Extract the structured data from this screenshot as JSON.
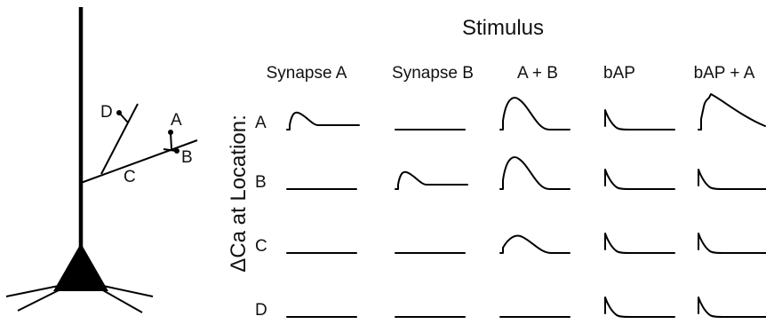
{
  "figure": {
    "title": "Stimulus",
    "y_axis_label": "ΔCa at Location:",
    "columns": [
      "Synapse A",
      "Synapse B",
      "A + B",
      "bAP",
      "bAP + A"
    ],
    "rows": [
      "A",
      "B",
      "C",
      "D"
    ],
    "neuron_labels": {
      "a": "A",
      "b": "B",
      "c": "C",
      "d": "D"
    },
    "traces": [
      [
        "small",
        "flat",
        "large",
        "bap",
        "bap_large"
      ],
      [
        "flat",
        "small",
        "large",
        "bap",
        "bap"
      ],
      [
        "flat",
        "flat",
        "medium",
        "bap",
        "bap"
      ],
      [
        "flat",
        "flat",
        "flat",
        "bap",
        "bap"
      ]
    ]
  }
}
